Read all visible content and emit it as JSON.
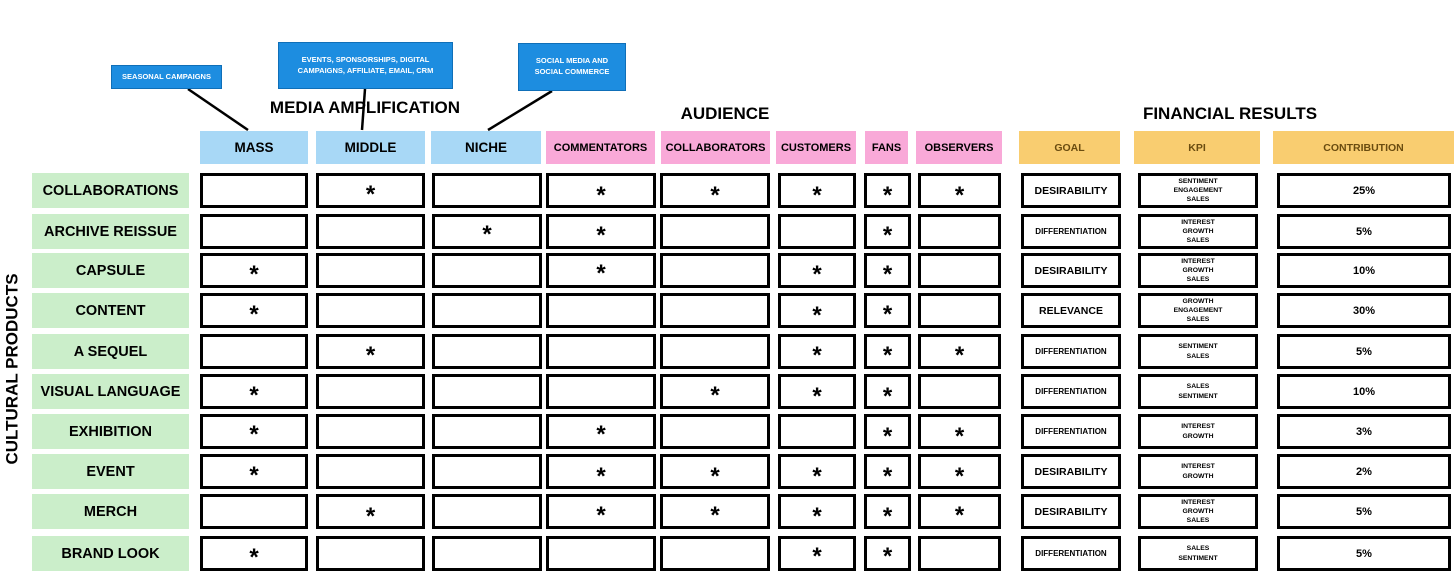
{
  "callouts": {
    "seasonal": "SEASONAL CAMPAIGNS",
    "events": "EVENTS, SPONSORSHIPS, DIGITAL CAMPAIGNS, AFFILIATE, EMAIL, CRM",
    "social": "SOCIAL MEDIA AND SOCIAL COMMERCE"
  },
  "sections": {
    "media": "MEDIA AMPLIFICATION",
    "audience": "AUDIENCE",
    "financial": "FINANCIAL RESULTS"
  },
  "side_label": "CULTURAL PRODUCTS",
  "columns": {
    "media": [
      "MASS",
      "MIDDLE",
      "NICHE"
    ],
    "audience": [
      "COMMENTATORS",
      "COLLABORATORS",
      "CUSTOMERS",
      "FANS",
      "OBSERVERS"
    ],
    "financial": [
      "GOAL",
      "KPI",
      "CONTRIBUTION"
    ]
  },
  "star_symbol": "*",
  "rows": [
    {
      "label": "COLLABORATIONS",
      "marks": [
        0,
        1,
        0,
        1,
        1,
        1,
        1,
        1
      ],
      "goal": "DESIRABILITY",
      "kpi": [
        "SENTIMENT",
        "ENGAGEMENT",
        "SALES"
      ],
      "contribution": "25%"
    },
    {
      "label": "ARCHIVE REISSUE",
      "marks": [
        0,
        0,
        1,
        1,
        0,
        0,
        1,
        0
      ],
      "goal": "DIFFERENTIATION",
      "kpi": [
        "INTEREST",
        "GROWTH",
        "SALES"
      ],
      "contribution": "5%"
    },
    {
      "label": "CAPSULE",
      "marks": [
        1,
        0,
        0,
        1,
        0,
        1,
        1,
        0
      ],
      "goal": "DESIRABILITY",
      "kpi": [
        "INTEREST",
        "GROWTH",
        "SALES"
      ],
      "contribution": "10%"
    },
    {
      "label": "CONTENT",
      "marks": [
        1,
        0,
        0,
        0,
        0,
        1,
        1,
        0
      ],
      "goal": "RELEVANCE",
      "kpi": [
        "GROWTH",
        "ENGAGEMENT",
        "SALES"
      ],
      "contribution": "30%"
    },
    {
      "label": "A SEQUEL",
      "marks": [
        0,
        1,
        0,
        0,
        0,
        1,
        1,
        1
      ],
      "goal": "DIFFERENTIATION",
      "kpi": [
        "SENTIMENT",
        "SALES"
      ],
      "contribution": "5%"
    },
    {
      "label": "VISUAL LANGUAGE",
      "marks": [
        1,
        0,
        0,
        0,
        1,
        1,
        1,
        0
      ],
      "goal": "DIFFERENTIATION",
      "kpi": [
        "SALES",
        "SENTIMENT"
      ],
      "contribution": "10%"
    },
    {
      "label": "EXHIBITION",
      "marks": [
        1,
        0,
        0,
        1,
        0,
        0,
        1,
        1
      ],
      "goal": "DIFFERENTIATION",
      "kpi": [
        "INTEREST",
        "GROWTH"
      ],
      "contribution": "3%"
    },
    {
      "label": "EVENT",
      "marks": [
        1,
        0,
        0,
        1,
        1,
        1,
        1,
        1
      ],
      "goal": "DESIRABILITY",
      "kpi": [
        "INTEREST",
        "GROWTH"
      ],
      "contribution": "2%"
    },
    {
      "label": "MERCH",
      "marks": [
        0,
        1,
        0,
        1,
        1,
        1,
        1,
        1
      ],
      "goal": "DESIRABILITY",
      "kpi": [
        "INTEREST",
        "GROWTH",
        "SALES"
      ],
      "contribution": "5%"
    },
    {
      "label": "BRAND LOOK",
      "marks": [
        1,
        0,
        0,
        0,
        0,
        1,
        1,
        0
      ],
      "goal": "DIFFERENTIATION",
      "kpi": [
        "SALES",
        "SENTIMENT"
      ],
      "contribution": "5%"
    }
  ]
}
